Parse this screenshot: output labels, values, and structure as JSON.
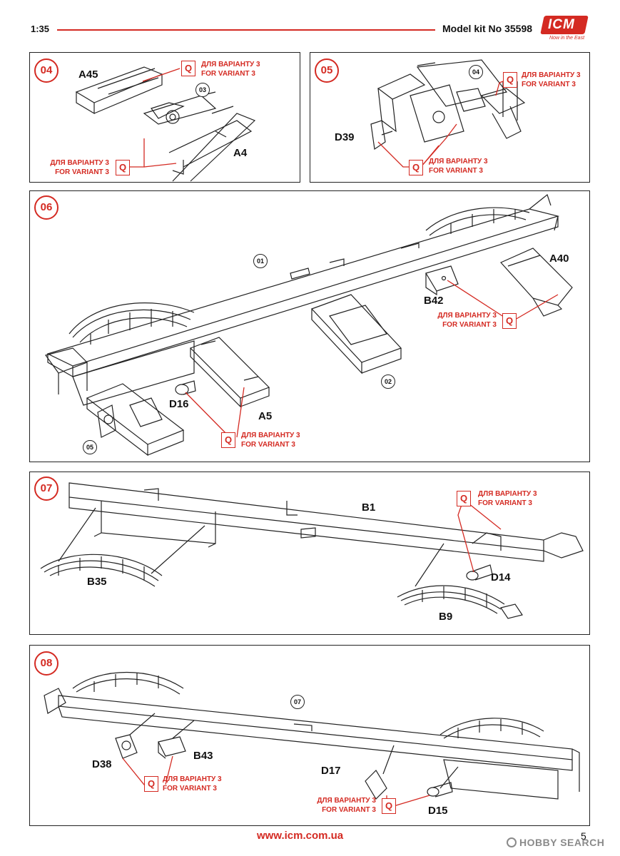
{
  "header": {
    "scale": "1:35",
    "model_kit": "Model kit No 35598",
    "logo_text": "ICM",
    "logo_tagline": "Now in the East"
  },
  "note": {
    "line1": "ДЛЯ ВАРІАНТУ 3",
    "line2": "FOR VARIANT 3",
    "q": "Q"
  },
  "steps": {
    "s04": {
      "number": "04",
      "sub": "03",
      "parts": {
        "a45": "A45",
        "a4": "A4"
      }
    },
    "s05": {
      "number": "05",
      "sub": "04",
      "parts": {
        "d39": "D39"
      }
    },
    "s06": {
      "number": "06",
      "subs": {
        "r01": "01",
        "r02": "02",
        "r05": "05"
      },
      "parts": {
        "a40": "A40",
        "b42": "B42",
        "d16": "D16",
        "a5": "A5"
      }
    },
    "s07": {
      "number": "07",
      "parts": {
        "b1": "B1",
        "b35": "B35",
        "d14": "D14",
        "b9": "B9"
      }
    },
    "s08": {
      "number": "08",
      "sub": "07",
      "parts": {
        "d38": "D38",
        "b43": "B43",
        "d17": "D17",
        "d15": "D15"
      }
    }
  },
  "footer": {
    "url": "www.icm.com.ua",
    "page": "5",
    "watermark": "HOBBY SEARCH"
  },
  "colors": {
    "accent": "#d42a22",
    "line": "#222222"
  }
}
